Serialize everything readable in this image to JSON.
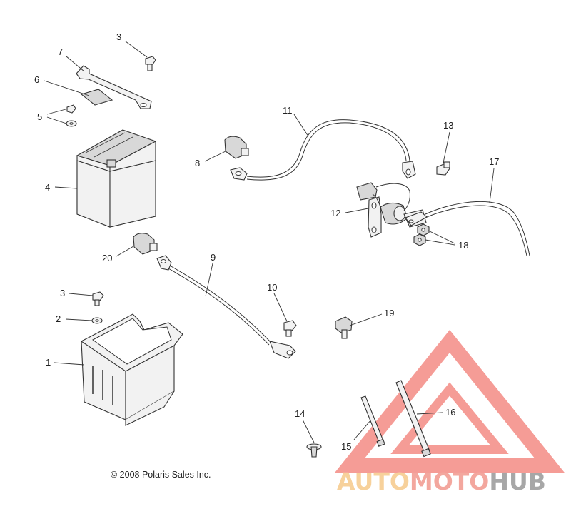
{
  "copyright": "© 2008 Polaris Sales Inc.",
  "watermark": {
    "part1": "AUTO",
    "part2": "MOTO",
    "part3": "HUB",
    "colors": {
      "triangle": "#f27b74",
      "auto": "#f5c27a",
      "moto": "#f08a7e",
      "hub": "#8a8a8a"
    }
  },
  "callouts": {
    "c1": "1",
    "c2": "2",
    "c3a": "3",
    "c3b": "3",
    "c4": "4",
    "c5": "5",
    "c6": "6",
    "c7": "7",
    "c8": "8",
    "c9": "9",
    "c10": "10",
    "c11": "11",
    "c12": "12",
    "c13": "13",
    "c14": "14",
    "c15": "15",
    "c16": "16",
    "c17": "17",
    "c18": "18",
    "c19": "19",
    "c20": "20"
  }
}
